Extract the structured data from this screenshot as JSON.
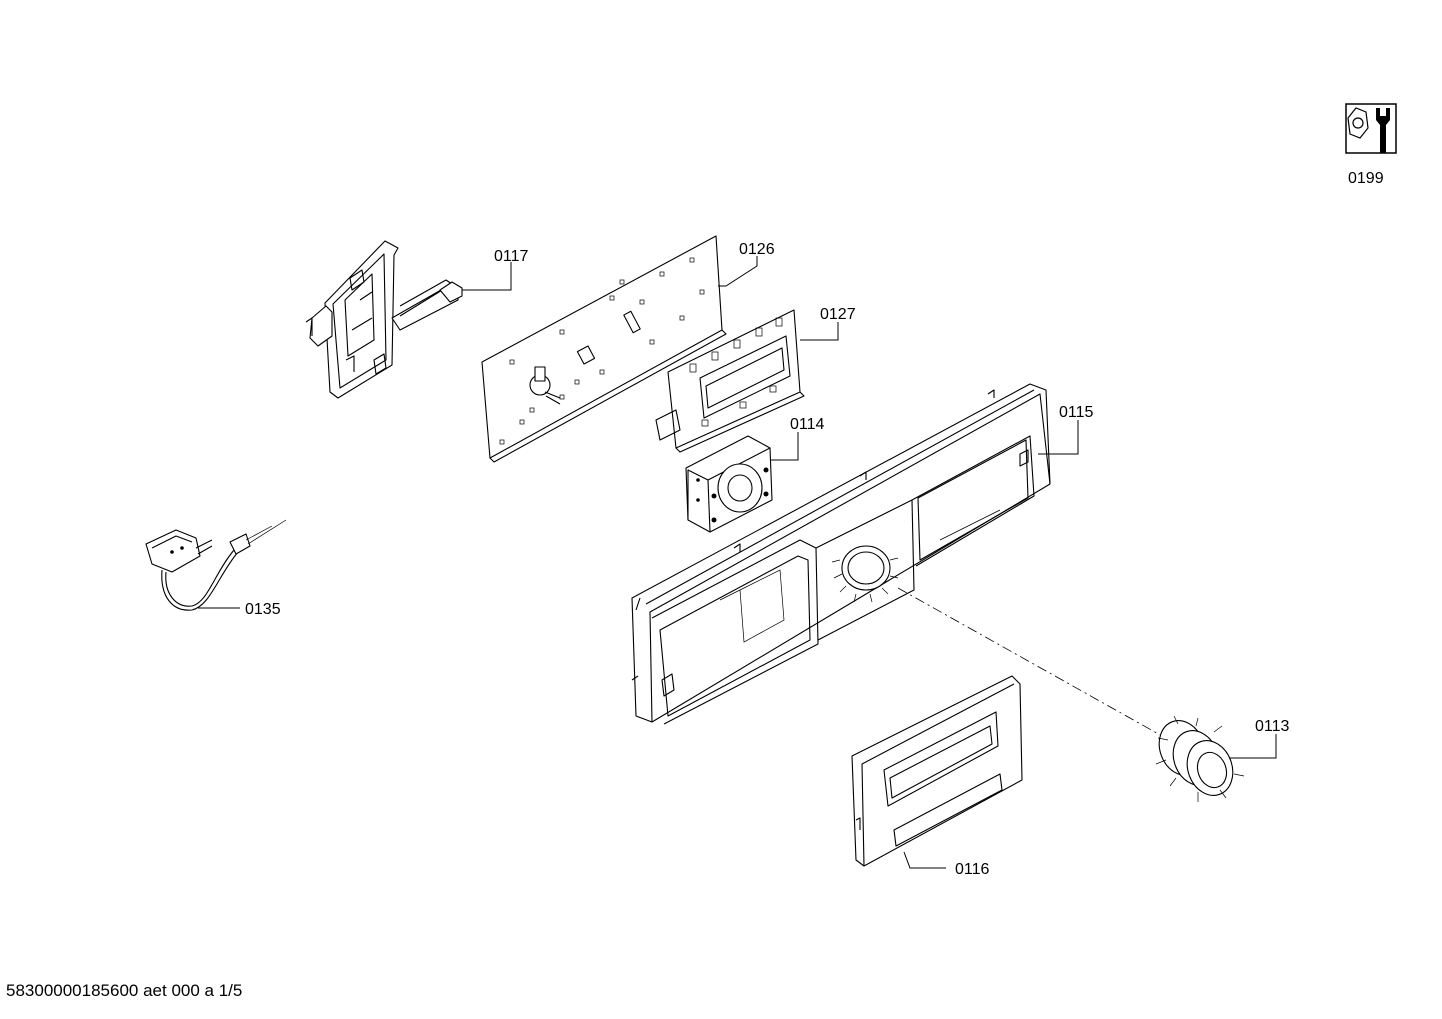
{
  "parts": [
    {
      "id": "0199",
      "label": "0199"
    },
    {
      "id": "0117",
      "label": "0117"
    },
    {
      "id": "0126",
      "label": "0126"
    },
    {
      "id": "0127",
      "label": "0127"
    },
    {
      "id": "0114",
      "label": "0114"
    },
    {
      "id": "0115",
      "label": "0115"
    },
    {
      "id": "0135",
      "label": "0135"
    },
    {
      "id": "0113",
      "label": "0113"
    },
    {
      "id": "0116",
      "label": "0116"
    }
  ],
  "footer": {
    "text": "58300000185600 aet 000 a 1/5"
  },
  "icons": {
    "service_tool": "nut-and-wrench-icon"
  }
}
